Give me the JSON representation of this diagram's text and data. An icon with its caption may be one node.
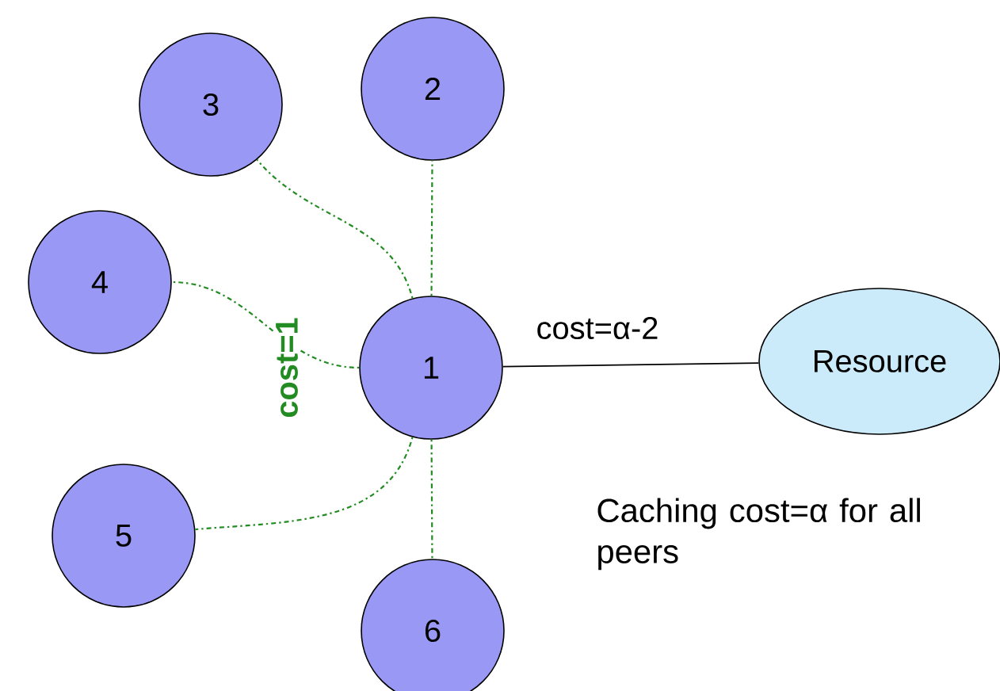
{
  "diagram": {
    "nodes": [
      {
        "text": [
          "1"
        ]
      },
      {
        "text": [
          "2"
        ]
      },
      {
        "text": [
          "3"
        ]
      },
      {
        "text": [
          "4"
        ]
      },
      {
        "text": [
          "5"
        ]
      },
      {
        "text": [
          "6"
        ]
      },
      {
        "text": [
          "Resource"
        ]
      }
    ],
    "edges": [
      {
        "from": 0,
        "to": 1,
        "arrow": "none",
        "style": "dashed"
      },
      {
        "from": 0,
        "to": 2,
        "arrow": "none",
        "style": "dashed"
      },
      {
        "from": 0,
        "to": 3,
        "arrow": "none",
        "style": "dashed",
        "label": "cost=1"
      },
      {
        "from": 0,
        "to": 4,
        "arrow": "none",
        "style": "dashed"
      },
      {
        "from": 0,
        "to": 5,
        "arrow": "none",
        "style": "dashed"
      },
      {
        "from": 0,
        "to": 6,
        "arrow": "none",
        "label": "cost=α-2",
        "color": "#000000"
      }
    ],
    "labels": [
      "Caching cost=α for all peers"
    ]
  }
}
